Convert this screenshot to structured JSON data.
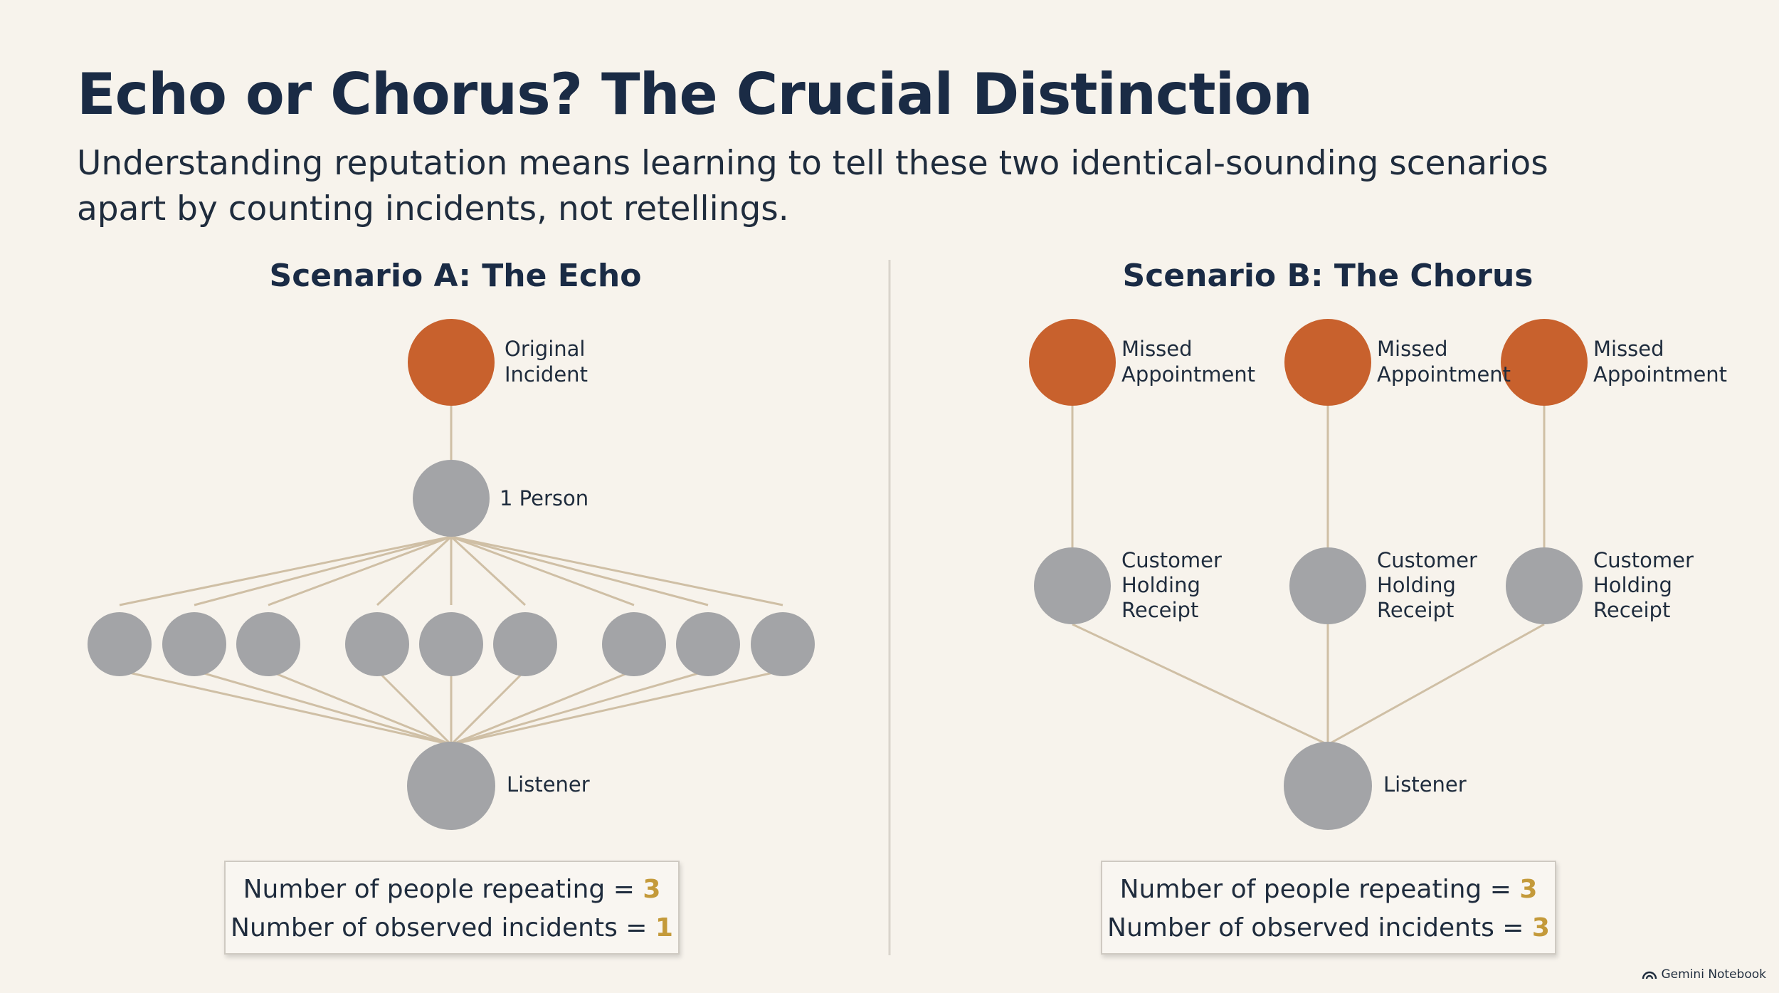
{
  "title": "Echo or Chorus? The Crucial Distinction",
  "subtitle": "Understanding reputation means learning to tell these two identical-sounding scenarios apart by counting incidents, not retellings.",
  "colors": {
    "incident": "#c8612d",
    "person": "#a3a4a7",
    "edge": "#cfbfa5",
    "divider": "#d9d4cc",
    "highlight": "#c49a3a"
  },
  "scenario_a": {
    "heading": "Scenario A: The Echo",
    "origin_label": [
      "Original",
      "Incident"
    ],
    "teller_label": "1 Person",
    "repeater_count": 9,
    "listener_label": "Listener",
    "stats": {
      "people_label": "Number of people repeating = ",
      "people_value": "3",
      "incidents_label": "Number of observed incidents = ",
      "incidents_value": "1"
    }
  },
  "scenario_b": {
    "heading": "Scenario B: The Chorus",
    "incident_label": [
      "Missed",
      "Appointment"
    ],
    "witness_label": [
      "Customer",
      "Holding",
      "Receipt"
    ],
    "branch_count": 3,
    "listener_label": "Listener",
    "stats": {
      "people_label": "Number of people repeating = ",
      "people_value": "3",
      "incidents_label": "Number of observed incidents = ",
      "incidents_value": "3"
    }
  },
  "brand": {
    "icon": "notebook-icon",
    "label": "Gemini Notebook"
  }
}
